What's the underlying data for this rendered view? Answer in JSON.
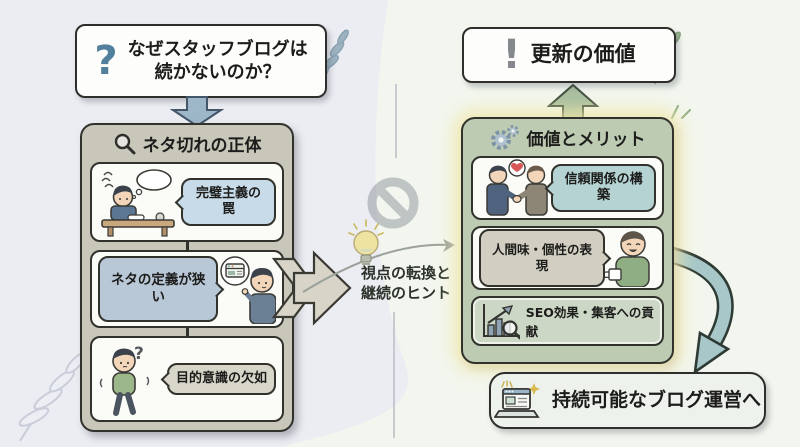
{
  "palette": {
    "bg_left": "#ebedf2",
    "bg_right": "#f2f6ee",
    "left_panel": "#c9c6ba",
    "right_panel": "#bccbb2",
    "bubble_blue": "#c7dbe8",
    "bubble_bluegray": "#b9c8d7",
    "bubble_gray": "#d8d5c9",
    "bubble_teal": "#b6d3d4",
    "bubble_warmgray": "#d2cfc2",
    "arrow_down_blue": "#9db6c8",
    "arrow_up_green": "#a9bfa0",
    "arrow_curve_teal": "#a7c7c9",
    "glow_yellow": "#f2e8aa",
    "heart_red": "#d85858"
  },
  "question_box": {
    "icon_glyph": "?",
    "label": "なぜスタッフブログは\n続かないのか？"
  },
  "left_panel": {
    "title": "ネタ切れの正体",
    "icon": "magnifier-icon",
    "items": [
      {
        "label": "完璧主義の罠",
        "illustration": "person-frustrated-at-desk"
      },
      {
        "label": "ネタの定義が狭い",
        "illustration": "person-pointing-at-window"
      },
      {
        "label": "目的意識の欠如",
        "illustration": "person-walking-confused"
      }
    ]
  },
  "center": {
    "icons": [
      "prohibition-icon",
      "lightbulb-icon"
    ],
    "hint": "視点の転換と\n継続のヒント"
  },
  "update_box": {
    "icon_glyph": "!",
    "label": "更新の価値"
  },
  "right_panel": {
    "title": "価値とメリット",
    "icon": "gears-icon",
    "items": [
      {
        "label": "信頼関係の構築",
        "illustration": "handshake-with-heart"
      },
      {
        "label": "人間味・個性の表現",
        "illustration": "person-with-cup"
      },
      {
        "label": "SEO効果・集客への貢献",
        "illustration": "chart-growth-magnifier"
      }
    ]
  },
  "bottom_box": {
    "icon": "laptop-icon",
    "label": "持続可能なブログ運営へ"
  }
}
